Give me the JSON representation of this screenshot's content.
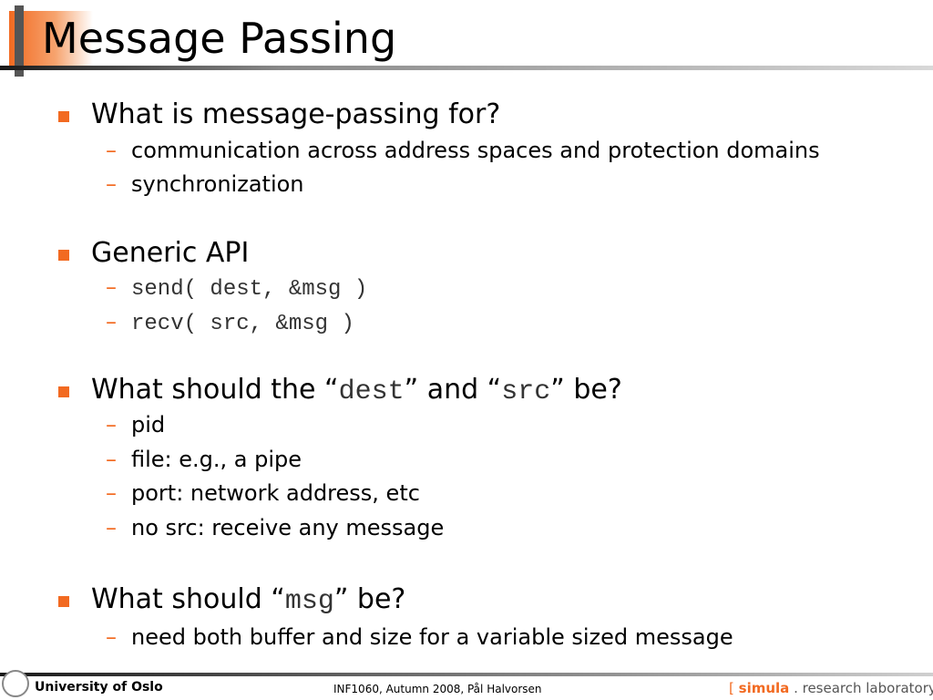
{
  "slide": {
    "title": "Message Passing",
    "bullets": [
      {
        "parts": [
          {
            "text": "What is message-passing for?",
            "mono": false
          }
        ],
        "subs": [
          {
            "parts": [
              {
                "text": "communication across address spaces and protection domains",
                "mono": false
              }
            ]
          },
          {
            "parts": [
              {
                "text": "synchronization",
                "mono": false
              }
            ]
          }
        ]
      },
      {
        "parts": [
          {
            "text": "Generic API",
            "mono": false
          }
        ],
        "subs": [
          {
            "parts": [
              {
                "text": "send( dest, &msg )",
                "mono": true
              }
            ]
          },
          {
            "parts": [
              {
                "text": "recv( src, &msg )",
                "mono": true
              }
            ]
          }
        ]
      },
      {
        "parts": [
          {
            "text": "What should the “",
            "mono": false
          },
          {
            "text": "dest",
            "mono": true
          },
          {
            "text": "” and “",
            "mono": false
          },
          {
            "text": "src",
            "mono": true
          },
          {
            "text": "” be?",
            "mono": false
          }
        ],
        "subs": [
          {
            "parts": [
              {
                "text": "pid",
                "mono": false
              }
            ]
          },
          {
            "parts": [
              {
                "text": "file: e.g., a pipe",
                "mono": false
              }
            ]
          },
          {
            "parts": [
              {
                "text": "port: network address, etc",
                "mono": false
              }
            ]
          },
          {
            "parts": [
              {
                "text": "no src: receive any message",
                "mono": false
              }
            ]
          }
        ]
      },
      {
        "parts": [
          {
            "text": "What should “",
            "mono": false
          },
          {
            "text": "msg",
            "mono": true
          },
          {
            "text": "” be?",
            "mono": false
          }
        ],
        "subs": [
          {
            "parts": [
              {
                "text": "need both buffer and size for a variable sized message",
                "mono": false
              }
            ]
          }
        ]
      }
    ],
    "dash": "–"
  },
  "footer": {
    "left": "University of Oslo",
    "center": "INF1060,  Autumn 2008,  Pål Halvorsen",
    "right_bracket_open": "[",
    "right_simula": "simula",
    "right_rest": " . research laboratory ",
    "right_bracket_close": "]"
  },
  "colors": {
    "accent": "#f26a21"
  }
}
